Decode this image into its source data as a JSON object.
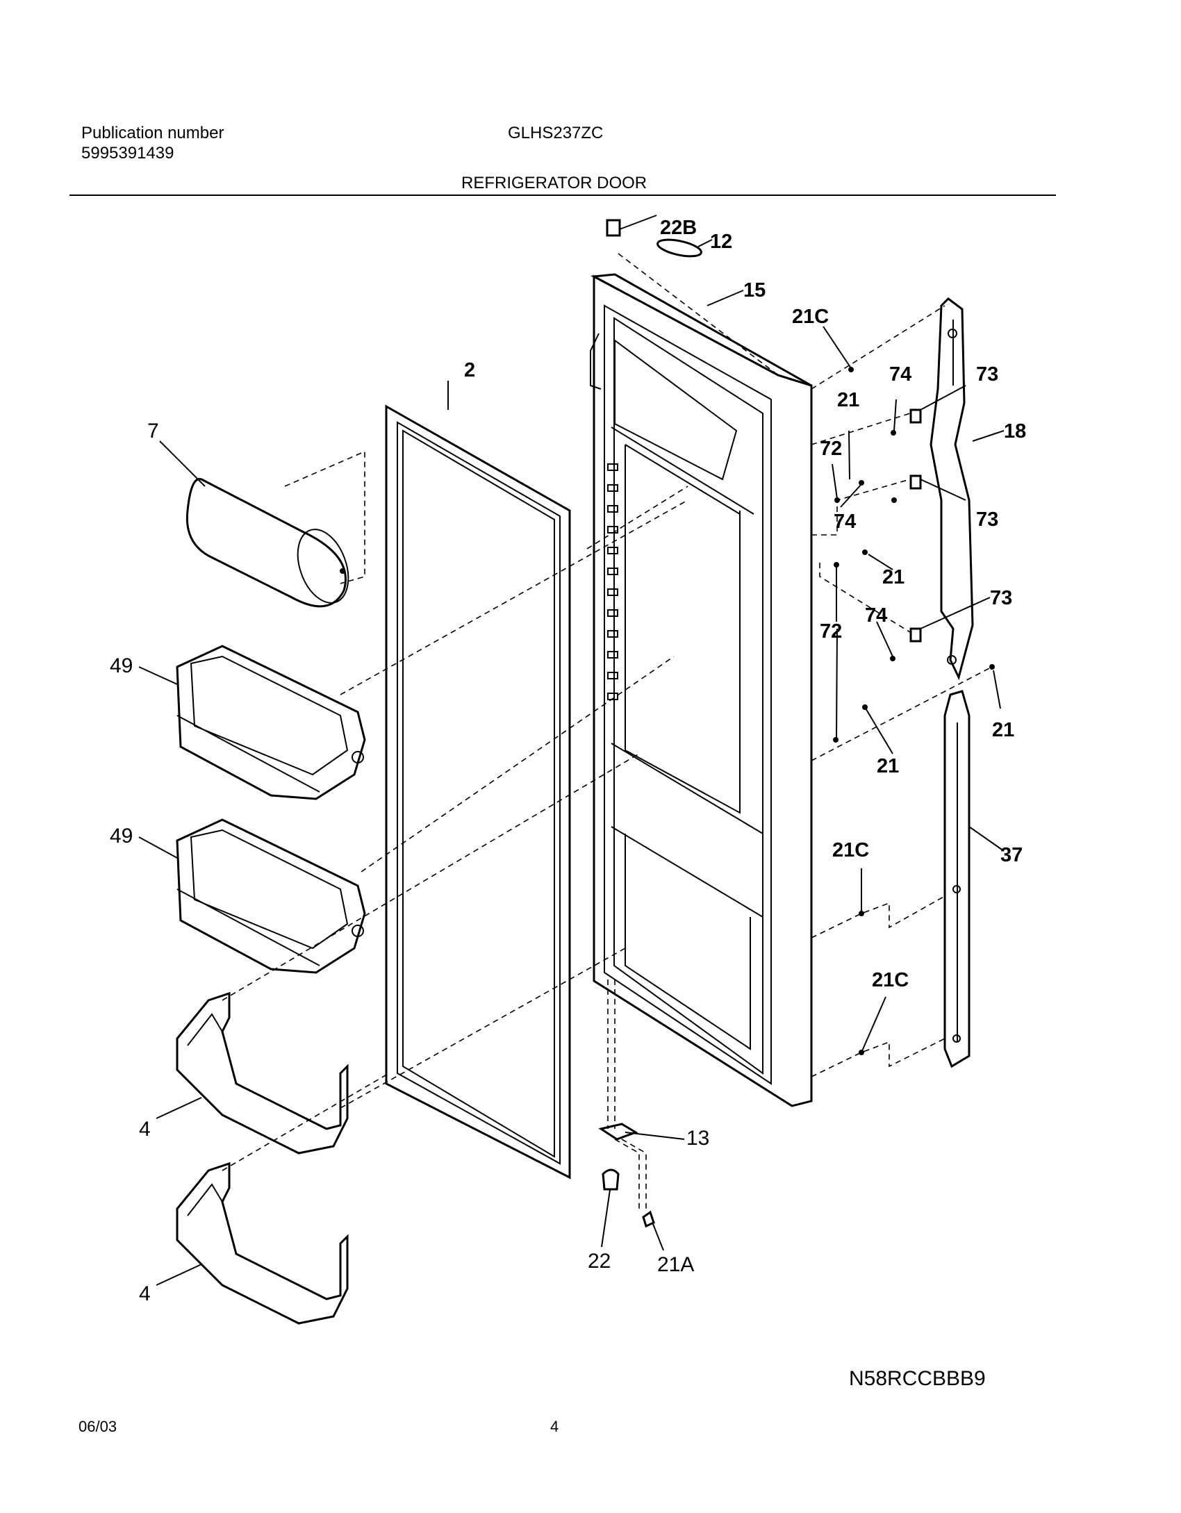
{
  "header": {
    "publication_label": "Publication number",
    "publication_number": "5995391439",
    "model": "GLHS237ZC",
    "section_title": "REFRIGERATOR DOOR"
  },
  "callouts": {
    "c22b": "22B",
    "c12": "12",
    "c15": "15",
    "c21c_top": "21C",
    "c2": "2",
    "c7": "7",
    "c74_a": "74",
    "c73_a": "73",
    "c21_a": "21",
    "c18": "18",
    "c72_a": "72",
    "c74_b": "74",
    "c73_b": "73",
    "c21_b": "21",
    "c72_b": "72",
    "c74_c": "74",
    "c73_c": "73",
    "c49_a": "49",
    "c21_c": "21",
    "c21_d": "21",
    "c49_b": "49",
    "c21c_mid": "21C",
    "c37": "37",
    "c21c_low": "21C",
    "c4_a": "4",
    "c13": "13",
    "c22": "22",
    "c21a": "21A",
    "c4_b": "4"
  },
  "footer": {
    "diagram_code": "N58RCCBBB9",
    "date": "06/03",
    "page_number": "4"
  }
}
